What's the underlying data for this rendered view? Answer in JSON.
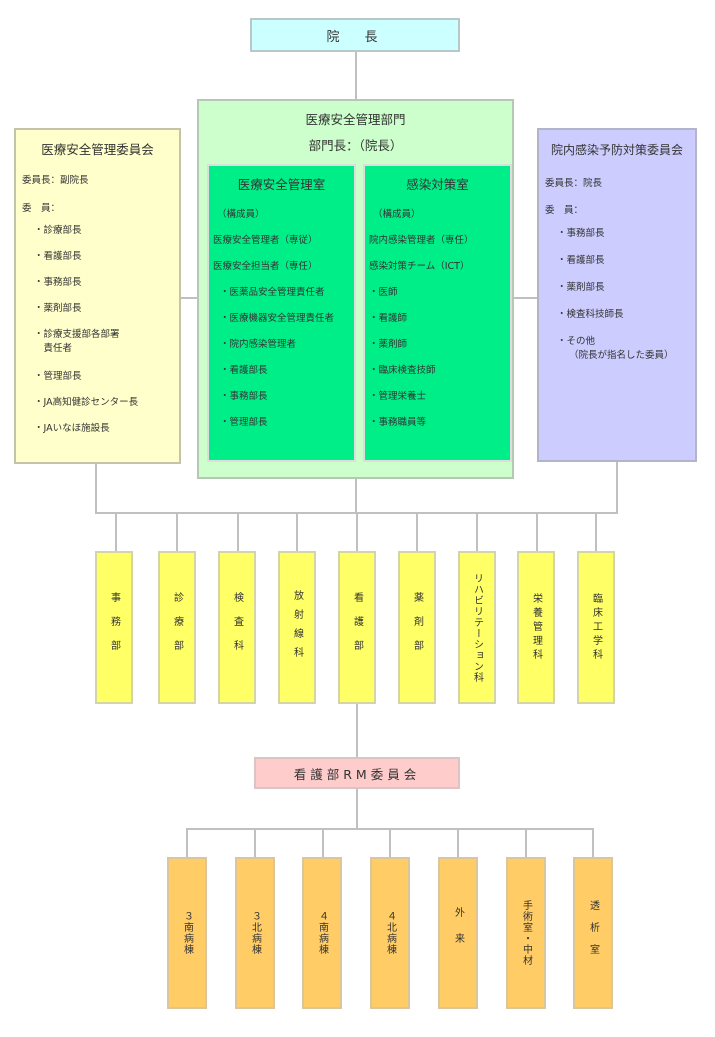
{
  "director": {
    "label": "院　長"
  },
  "safety_committee": {
    "title": "医療安全管理委員会",
    "chair": "委員長：副院長",
    "members_label": "委　員：",
    "members": [
      "・診療部長",
      "・看護部長",
      "・事務部長",
      "・薬剤部長",
      "・診療支援部各部署",
      "　責任者",
      "・管理部長",
      "・JA高知健診センター長",
      "・JAいなほ施設長"
    ]
  },
  "management_dept": {
    "title": "医療安全管理部門",
    "head": "部門長：（院長）",
    "safety_office": {
      "title": "医療安全管理室",
      "composition": "（構成員）",
      "items": [
        "医療安全管理者（専従）",
        "医療安全担当者（専任）",
        "・医薬品安全管理責任者",
        "・医療機器安全管理責任者",
        "・院内感染管理者",
        "・看護部長",
        "・事務部長",
        "・管理部長"
      ]
    },
    "infection_office": {
      "title": "感染対策室",
      "composition": "（構成員）",
      "items": [
        "院内感染管理者（専任）",
        "感染対策チーム（ICT）",
        "・医師",
        "・看護師",
        "・薬剤師",
        "・臨床検査技師",
        "・管理栄養士",
        "・事務職員等"
      ]
    }
  },
  "infection_committee": {
    "title": "院内感染予防対策委員会",
    "chair": "委員長：院長",
    "members_label": "委　員：",
    "members": [
      "・事務部長",
      "・看護部長",
      "・薬剤部長",
      "・検査科技師長",
      "・その他",
      "（院長が指名した委員）"
    ]
  },
  "departments": [
    "事務部",
    "診療部",
    "検査科",
    "放射線科",
    "看護部",
    "薬剤部",
    "リハビリテーション科",
    "栄養管理科",
    "臨床工学科"
  ],
  "rm_committee": {
    "label": "看護部RM委員会"
  },
  "wards": [
    "３南病棟",
    "３北病棟",
    "４南病棟",
    "４北病棟",
    "外来",
    "手術室・中材",
    "透析室"
  ],
  "colors": {
    "director": "#ccffff",
    "safety_committee": "#ffffcc",
    "management_dept": "#ccffcc",
    "offices": "#00ee88",
    "infection_committee": "#ccccff",
    "departments": "#ffff66",
    "rm_committee": "#ffcccc",
    "wards": "#ffcc66",
    "connector": "#c0c0c0"
  }
}
